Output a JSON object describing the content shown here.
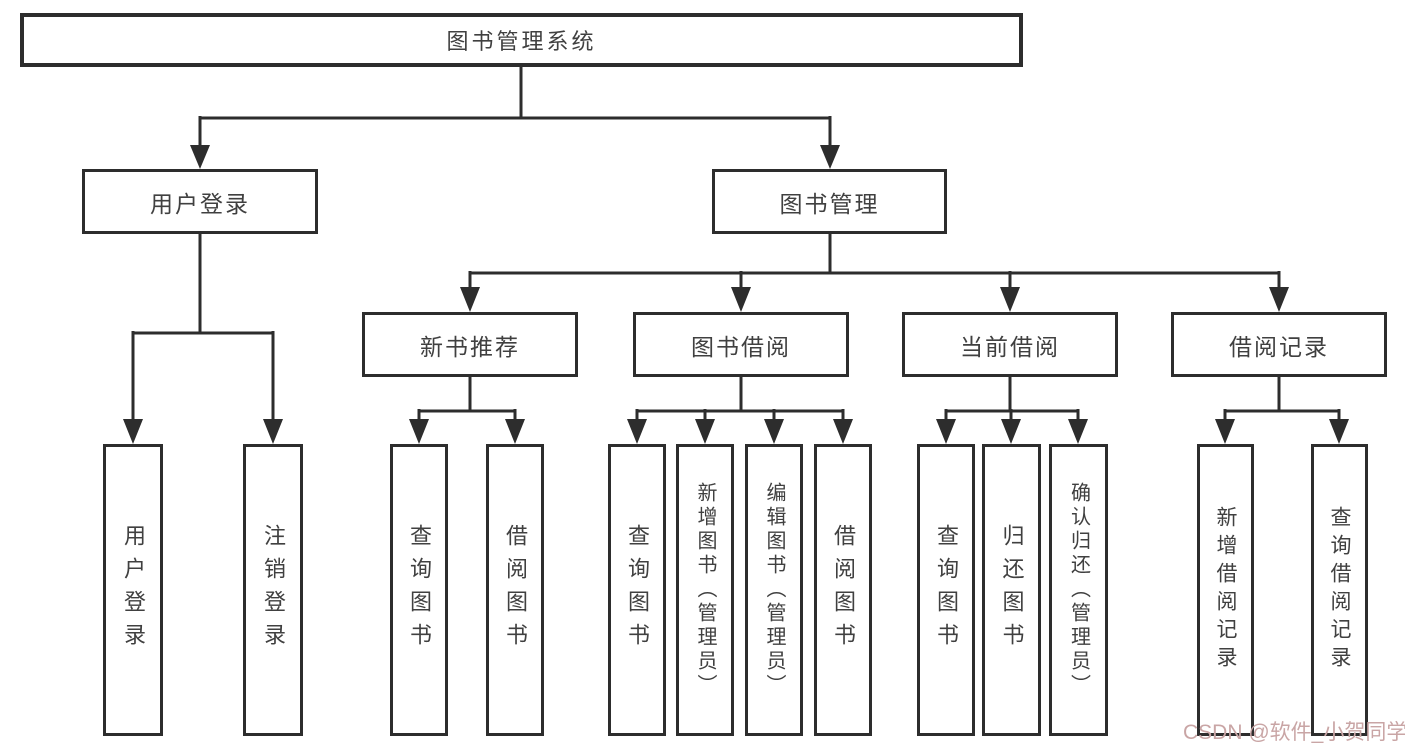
{
  "tree": {
    "root": {
      "label": "图书管理系统",
      "children": [
        {
          "label": "用户登录",
          "children": [
            {
              "label": "用户登录"
            },
            {
              "label": "注销登录"
            }
          ]
        },
        {
          "label": "图书管理",
          "children": [
            {
              "label": "新书推荐",
              "children": [
                {
                  "label": "查询图书"
                },
                {
                  "label": "借阅图书"
                }
              ]
            },
            {
              "label": "图书借阅",
              "children": [
                {
                  "label": "查询图书"
                },
                {
                  "label": "新增图书（管理员）"
                },
                {
                  "label": "编辑图书（管理员）"
                },
                {
                  "label": "借阅图书"
                }
              ]
            },
            {
              "label": "当前借阅",
              "children": [
                {
                  "label": "查询图书"
                },
                {
                  "label": "归还图书"
                },
                {
                  "label": "确认归还（管理员）"
                }
              ]
            },
            {
              "label": "借阅记录",
              "children": [
                {
                  "label": "新增借阅记录"
                },
                {
                  "label": "查询借阅记录"
                }
              ]
            }
          ]
        }
      ]
    }
  },
  "watermark": {
    "text": "CSDN @软件_小贺同学"
  },
  "colors": {
    "line": "#2d2d2d",
    "text": "#404040",
    "watermark": "#c9a5a5",
    "background": "#ffffff"
  }
}
